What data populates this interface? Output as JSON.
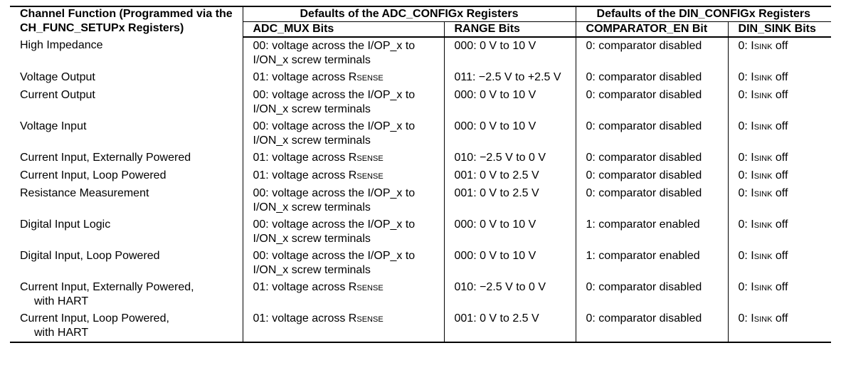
{
  "header": {
    "col_function": "Channel Function (Programmed via the CH_FUNC_SETUPx Registers)",
    "group_adc": "Defaults of the ADC_CONFIGx Registers",
    "group_din": "Defaults of the DIN_CONFIGx Registers",
    "col_adc_mux": "ADC_MUX Bits",
    "col_range": "RANGE Bits",
    "col_comparator": "COMPARATOR_EN Bit",
    "col_din_sink": "DIN_SINK Bits"
  },
  "rows": [
    {
      "function": "High Impedance",
      "adc_mux": "00: voltage across the I/OP_x to I/ON_x screw terminals",
      "range": "000: 0 V to 10 V",
      "comparator": "0: comparator disabled",
      "din_sink": "0: ISINK off"
    },
    {
      "function": "Voltage Output",
      "adc_mux": "01: voltage across RSENSE",
      "range": "011: −2.5 V to +2.5 V",
      "comparator": "0: comparator disabled",
      "din_sink": "0: ISINK off"
    },
    {
      "function": "Current Output",
      "adc_mux": "00: voltage across the I/OP_x to I/ON_x screw terminals",
      "range": "000: 0 V to 10 V",
      "comparator": "0: comparator disabled",
      "din_sink": "0: ISINK off"
    },
    {
      "function": "Voltage Input",
      "adc_mux": "00: voltage across the I/OP_x to I/ON_x screw terminals",
      "range": "000: 0 V to 10 V",
      "comparator": "0: comparator disabled",
      "din_sink": "0: ISINK off"
    },
    {
      "function": "Current Input, Externally Powered",
      "adc_mux": "01: voltage across RSENSE",
      "range": "010: −2.5 V to 0 V",
      "comparator": "0: comparator disabled",
      "din_sink": "0: ISINK off"
    },
    {
      "function": "Current Input, Loop Powered",
      "adc_mux": "01: voltage across RSENSE",
      "range": "001: 0 V to 2.5 V",
      "comparator": "0: comparator disabled",
      "din_sink": "0: ISINK off"
    },
    {
      "function": "Resistance Measurement",
      "adc_mux": "00: voltage across the I/OP_x to I/ON_x screw terminals",
      "range": "001: 0 V to 2.5 V",
      "comparator": "0: comparator disabled",
      "din_sink": "0: ISINK off"
    },
    {
      "function": "Digital Input Logic",
      "adc_mux": "00: voltage across the I/OP_x to I/ON_x screw terminals",
      "range": "000: 0 V to 10 V",
      "comparator": "1: comparator enabled",
      "din_sink": "0: ISINK off"
    },
    {
      "function": "Digital Input, Loop Powered",
      "adc_mux": "00: voltage across the I/OP_x to I/ON_x screw terminals",
      "range": "000: 0 V to 10 V",
      "comparator": "1: comparator enabled",
      "din_sink": "0: ISINK off"
    },
    {
      "function": "Current Input, Externally Powered, with HART",
      "adc_mux": "01: voltage across RSENSE",
      "range": "010: −2.5 V to 0 V",
      "comparator": "0: comparator disabled",
      "din_sink": "0: ISINK off"
    },
    {
      "function": "Current Input, Loop Powered, with HART",
      "adc_mux": "01: voltage across RSENSE",
      "range": "001: 0 V to 2.5 V",
      "comparator": "0: comparator disabled",
      "din_sink": "0: ISINK off"
    }
  ]
}
